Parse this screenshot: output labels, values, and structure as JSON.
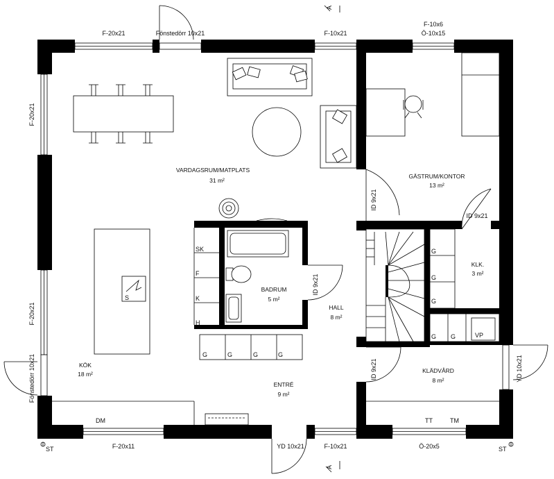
{
  "rooms": {
    "living": {
      "name": "VARDAGSRUM/MATPLATS",
      "area": "31 m²"
    },
    "guest": {
      "name": "GÄSTRUM/KONTOR",
      "area": "13 m²"
    },
    "bath": {
      "name": "BADRUM",
      "area": "5 m²"
    },
    "hall": {
      "name": "HALL",
      "area": "8 m²"
    },
    "klk": {
      "name": "KLK.",
      "area": "3 m²"
    },
    "kitchen": {
      "name": "KÖK",
      "area": "18 m²"
    },
    "entry": {
      "name": "ENTRÉ",
      "area": "9 m²"
    },
    "closet": {
      "name": "KLÄDVÅRD",
      "area": "8 m²"
    }
  },
  "openings": {
    "top_f20x21": "F-20x21",
    "top_fonsterdorr": "Fönstedörr 10x21",
    "top_f10x21": "F-10x21",
    "top_f10x6": "F-10x6",
    "top_o10x15": "Ö-10x15",
    "left_f20x21_top": "F-20x21",
    "left_f20x21_bottom": "F-20x21",
    "left_fonsterdorr": "Fönstedörr 10x21",
    "bottom_f20x11": "F-20x11",
    "bottom_yd10x21": "YD 10x21",
    "bottom_f10x21": "F-10x21",
    "bottom_o20x5": "Ö-20x5",
    "right_yd10x21": "YD 10x21",
    "id_guest": "ID 9x21",
    "id_klk": "ID 9x21",
    "id_bath": "ID 9x21",
    "id_closet": "ID 9x21"
  },
  "fixtures": {
    "sk": "SK",
    "f": "F",
    "k": "K",
    "h": "H",
    "g": "G",
    "vp": "VP",
    "dm": "DM",
    "tt": "TT",
    "tm": "TM",
    "st_left": "ST",
    "st_right": "ST",
    "stove_s": "S"
  },
  "north_marker": "A",
  "colors": {
    "wall": "#000000",
    "background": "#ffffff"
  }
}
